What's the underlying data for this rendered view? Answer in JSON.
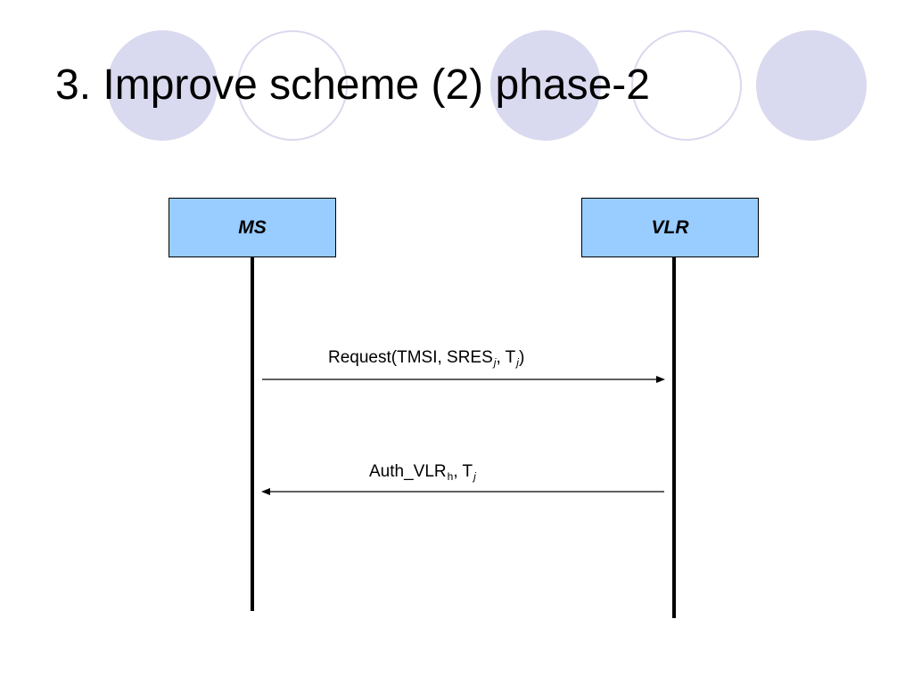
{
  "slide": {
    "title": "3. Improve scheme (2) phase-2",
    "accent_color": "#d9d9ef"
  },
  "diagram": {
    "entities": [
      {
        "id": "ms",
        "label": "MS",
        "fill": "#99ccff"
      },
      {
        "id": "vlr",
        "label": "VLR",
        "fill": "#99ccff"
      }
    ],
    "messages": [
      {
        "from": "MS",
        "to": "VLR",
        "text_parts": [
          "Request(TMSI, SRES",
          "j",
          ", T",
          "j",
          ")"
        ]
      },
      {
        "from": "VLR",
        "to": "MS",
        "text_parts": [
          "Auth_VLR",
          "h",
          ", T",
          "j"
        ]
      }
    ]
  }
}
